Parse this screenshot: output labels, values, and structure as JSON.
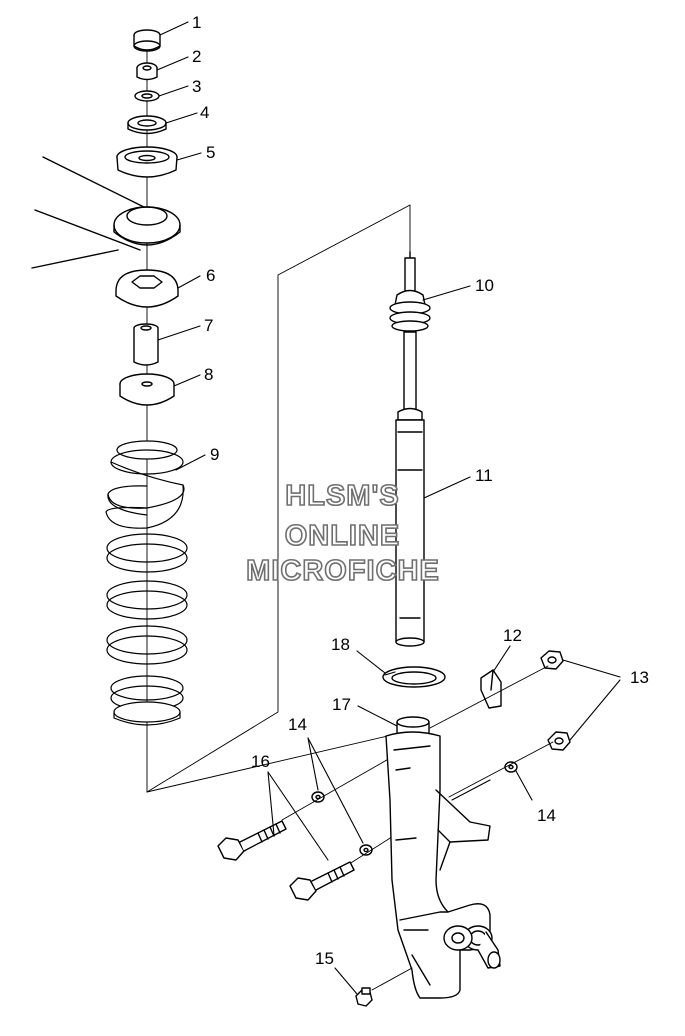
{
  "callouts": {
    "c1": "1",
    "c2": "2",
    "c3": "3",
    "c4": "4",
    "c5": "5",
    "c6": "6",
    "c7": "7",
    "c8": "8",
    "c9": "9",
    "c10": "10",
    "c11": "11",
    "c12": "12",
    "c13": "13",
    "c14a": "14",
    "c14b": "14",
    "c15": "15",
    "c16": "16",
    "c17": "17",
    "c18": "18"
  },
  "watermark": {
    "line1": "HLSM'S",
    "line2": "ONLINE",
    "line3": "MICROFICHE"
  },
  "colors": {
    "ink": "#000000",
    "background": "#ffffff",
    "watermark_outline": "#6f6f6f"
  }
}
